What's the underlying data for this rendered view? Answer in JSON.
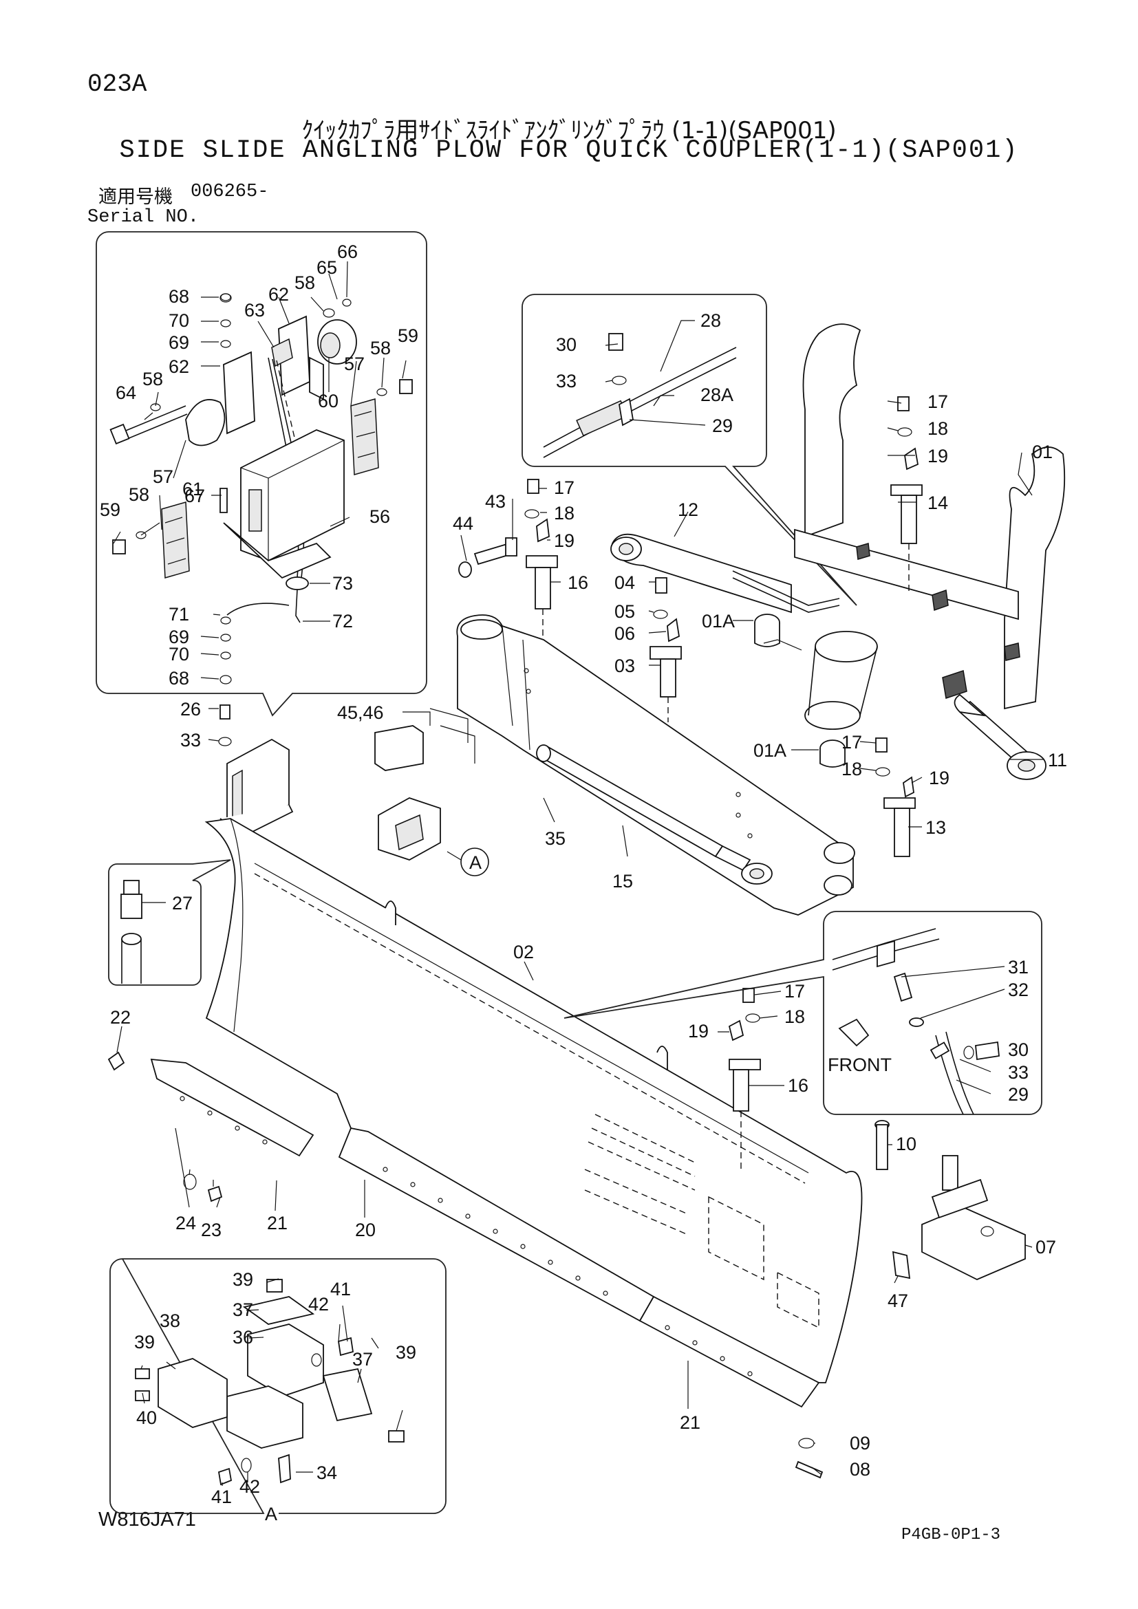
{
  "header": {
    "page_no": "023A",
    "title_ja": "ｸｲｯｸｶﾌﾟﾗ用ｻｲﾄﾞｽﾗｲﾄﾞｱﾝｸﾞﾘﾝｸﾞﾌﾟﾗｳ (1-1)(SAP001)",
    "title_en": "SIDE SLIDE ANGLING PLOW FOR QUICK COUPLER(1-1)(SAP001)",
    "serial_label_ja": "適用号機",
    "serial_number": "006265-",
    "serial_label_en": "Serial NO."
  },
  "footer": {
    "drawing_code": "W816JA71",
    "page_ref": "P4GB-0P1-3"
  },
  "callouts": {
    "c68a": "68",
    "c70a": "70",
    "c69a": "69",
    "c62a": "62",
    "c63": "63",
    "c62b": "62",
    "c58a": "58",
    "c65": "65",
    "c66": "66",
    "c59a": "59",
    "c58b": "58",
    "c57a": "57",
    "c64": "64",
    "c58c": "58",
    "c60": "60",
    "c61": "61",
    "c57b": "57",
    "c58d": "58",
    "c59b": "59",
    "c67": "67",
    "c56": "56",
    "c73": "73",
    "c71": "71",
    "c72": "72",
    "c69b": "69",
    "c70b": "70",
    "c68b": "68",
    "c30a": "30",
    "c28": "28",
    "c33a": "33",
    "c28A": "28A",
    "c29a": "29",
    "c17a": "17",
    "c18a": "18",
    "c19a": "19",
    "c01": "01",
    "c14": "14",
    "c12": "12",
    "c43": "43",
    "c44": "44",
    "c17b": "17",
    "c18b": "18",
    "c19b": "19",
    "c16a": "16",
    "c04": "04",
    "c05": "05",
    "c06": "06",
    "c03": "03",
    "c01Aa": "01A",
    "c26": "26",
    "c33b": "33",
    "c4546": "45,46",
    "c01Ab": "01A",
    "c17c": "17",
    "c18c": "18",
    "c19c": "19",
    "c11": "11",
    "c13": "13",
    "c35": "35",
    "c15": "15",
    "cA1": "A",
    "c27": "27",
    "c02": "02",
    "c31": "31",
    "c32": "32",
    "c30b": "30",
    "c33c": "33",
    "c29b": "29",
    "front": "FRONT",
    "c17d": "17",
    "c18d": "18",
    "c19d": "19",
    "c16b": "16",
    "c22": "22",
    "c10": "10",
    "c07": "07",
    "c24": "24",
    "c23": "23",
    "c21a": "21",
    "c20": "20",
    "c47": "47",
    "c39a": "39",
    "c41a": "41",
    "c37a": "37",
    "c42a": "42",
    "c38": "38",
    "c36": "36",
    "c39b": "39",
    "c37b": "37",
    "c39c": "39",
    "c40": "40",
    "c34": "34",
    "c41b": "41",
    "c42b": "42",
    "cA2": "A",
    "c21b": "21",
    "c09": "09",
    "c08": "08"
  }
}
